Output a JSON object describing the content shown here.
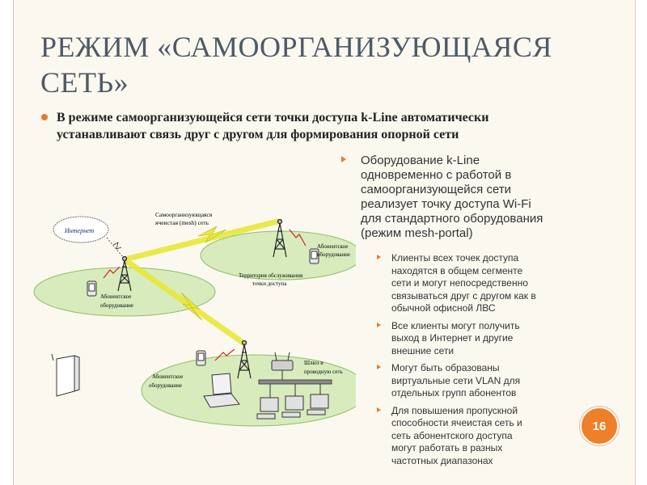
{
  "slide": {
    "title_lines": [
      "РЕЖИМ «САМООРГАНИЗУЮЩАЯСЯ",
      "СЕТЬ»"
    ],
    "lead_lines": [
      "В режиме самоорганизующейся сети точки доступа k-Line автоматически",
      "устанавливают связь друг с другом для формирования опорной сети"
    ],
    "point_lines": [
      "Оборудование k-Line",
      "одновременно с работой в",
      "самоорганизующейся сети",
      "реализует точку доступа Wi-Fi",
      "для стандартного оборудования",
      "(режим mesh-portal)"
    ],
    "sub_points": [
      [
        "Клиенты всех точек доступа",
        "находятся в общем сегменте",
        "сети и могут непосредственно",
        "связываться друг с другом как в",
        "обычной офисной ЛВС"
      ],
      [
        "Все клиенты могут получить",
        "выход в Интернет и другие",
        "внешние сети"
      ],
      [
        "Могут быть  образованы",
        "виртуальные сети VLAN для",
        "отдельных групп абонентов"
      ],
      [
        "Для повышения пропускной",
        "способности ячеистая сеть и",
        "сеть абонентского доступа",
        "могут работать в разных",
        "частотных диапазонах"
      ]
    ],
    "page_number": "16",
    "accent_color": "#e57b2b"
  },
  "diagram": {
    "internet_label": "Интернет",
    "mesh_label_lines": [
      "Самоорганизующаяся",
      "ячеистая (mesh) сеть"
    ],
    "territory_label_lines": [
      "Территория обслуживания",
      "точки доступа"
    ],
    "subscriber_label_lines": [
      "Абонентское",
      "оборудование"
    ],
    "gateway_label_lines": [
      "Шлюз в",
      "проводную сеть"
    ]
  }
}
